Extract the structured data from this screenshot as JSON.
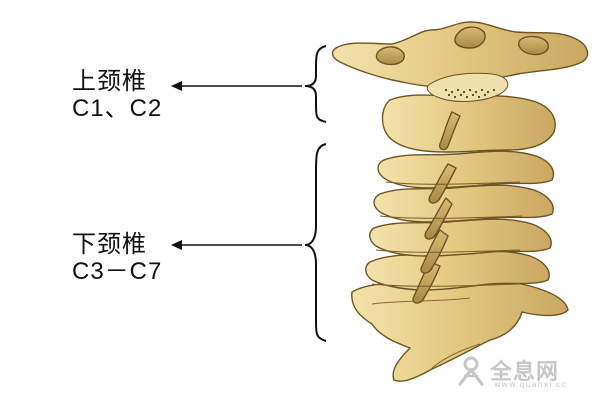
{
  "upper_cervical": {
    "name": "上颈椎",
    "range": "C1、C2"
  },
  "lower_cervical": {
    "name": "下颈椎",
    "range": "C3－C7"
  },
  "watermark": {
    "brand": "全息网",
    "url": "www.quanxi.cc"
  },
  "colors": {
    "text": "#111111",
    "bone": "#e6cf8a",
    "bone_shadow": "#b99a55",
    "bone_outline": "#6e5424",
    "watermark": "#9a9a9a"
  }
}
